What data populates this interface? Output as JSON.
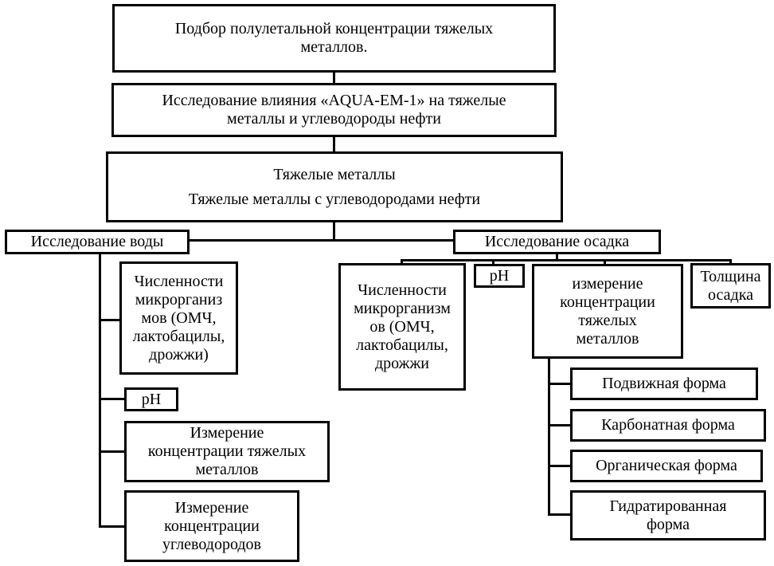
{
  "diagram": {
    "root": {
      "lines": [
        "Подбор полулетальной  концентрации тяжелых",
        "металлов."
      ]
    },
    "study": {
      "lines": [
        "Исследование влияния «AQUA-EM-1» на тяжелые",
        "металлы и углеводороды нефти"
      ]
    },
    "metals": {
      "line1": "Тяжелые металлы",
      "line2": "Тяжелые металлы с углеводородами нефти"
    },
    "water": {
      "title": "Исследование воды",
      "microbes": [
        "Численности",
        "микрорганиз",
        "мов (ОМЧ,",
        "лактобацилы,",
        "дрожжи)"
      ],
      "ph": "pH",
      "metal_conc": [
        "Измерение",
        "концентрации тяжелых",
        "металлов"
      ],
      "hydro_conc": [
        "Измерение",
        "концентрации",
        "углеводородов"
      ]
    },
    "sediment": {
      "title": "Исследование осадка",
      "microbes": [
        "Численности",
        "микрорганизм",
        "ов (ОМЧ,",
        "лактобацилы,",
        "дрожжи"
      ],
      "ph": "pH",
      "metal_conc": [
        "измерение",
        "концентрации",
        "тяжелых",
        "металлов"
      ],
      "thickness": [
        "Толщина",
        "осадка"
      ],
      "forms": [
        "Подвижная форма",
        "Карбонатная форма",
        "Органическая форма",
        "Гидратированная",
        "форма"
      ]
    }
  }
}
